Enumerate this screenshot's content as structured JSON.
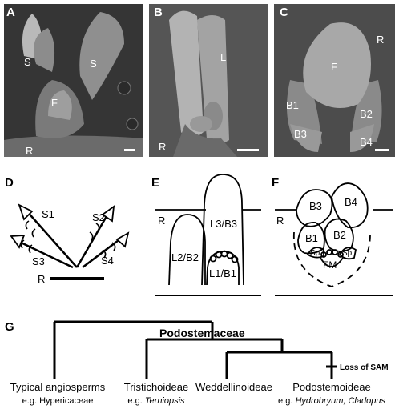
{
  "panels": {
    "A": {
      "letter": "A",
      "labels": {
        "s_left": "S",
        "s_right": "S",
        "f": "F",
        "r": "R"
      }
    },
    "B": {
      "letter": "B",
      "labels": {
        "l": "L",
        "r": "R"
      }
    },
    "C": {
      "letter": "C",
      "labels": {
        "f": "F",
        "r": "R",
        "b1": "B1",
        "b2": "B2",
        "b3": "B3",
        "b4": "B4"
      }
    },
    "D": {
      "letter": "D",
      "labels": {
        "s1": "S1",
        "s2": "S2",
        "s3": "S3",
        "s4": "S4",
        "r": "R"
      }
    },
    "E": {
      "letter": "E",
      "labels": {
        "r": "R",
        "l3b3": "L3/B3",
        "l2b2": "L2/B2",
        "l1b1": "L1/B1"
      }
    },
    "F": {
      "letter": "F",
      "labels": {
        "r": "R",
        "b1": "B1",
        "b2": "B2",
        "b3": "B3",
        "b4": "B4",
        "sp_left": "Sp",
        "sp_right": "Sp",
        "fm": "FM"
      }
    },
    "G": {
      "letter": "G",
      "family": "Podostemaceae",
      "loss": "Loss of SAM",
      "taxa": [
        {
          "name": "Typical angiosperms",
          "eg_prefix": "e.g. ",
          "eg": "Hypericaceae",
          "italic": false
        },
        {
          "name": "Tristichoideae",
          "eg_prefix": "e.g. ",
          "eg": "Terniopsis",
          "italic": true
        },
        {
          "name": "Weddellinoideae",
          "eg_prefix": "",
          "eg": "",
          "italic": false
        },
        {
          "name": "Podostemoideae",
          "eg_prefix": "e.g. ",
          "eg": "Hydrobryum, Cladopus",
          "italic": true
        }
      ]
    }
  }
}
